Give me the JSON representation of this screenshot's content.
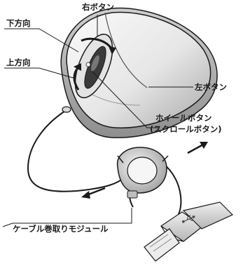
{
  "labels": {
    "right_button": "右ボタン",
    "scroll_down": "下方向",
    "scroll_up": "上方向",
    "left_button": "左ボタン",
    "wheel_button_line1": "ホイールボタン",
    "wheel_button_line2": "(スクロールボタン)",
    "reel_module": "ケーブル巻取りモジュール"
  },
  "colors": {
    "body_light": "#f2f2f2",
    "body_shade": "#bdbdbd",
    "outline": "#1a1a1a",
    "wheel": "#3a3a3a"
  }
}
